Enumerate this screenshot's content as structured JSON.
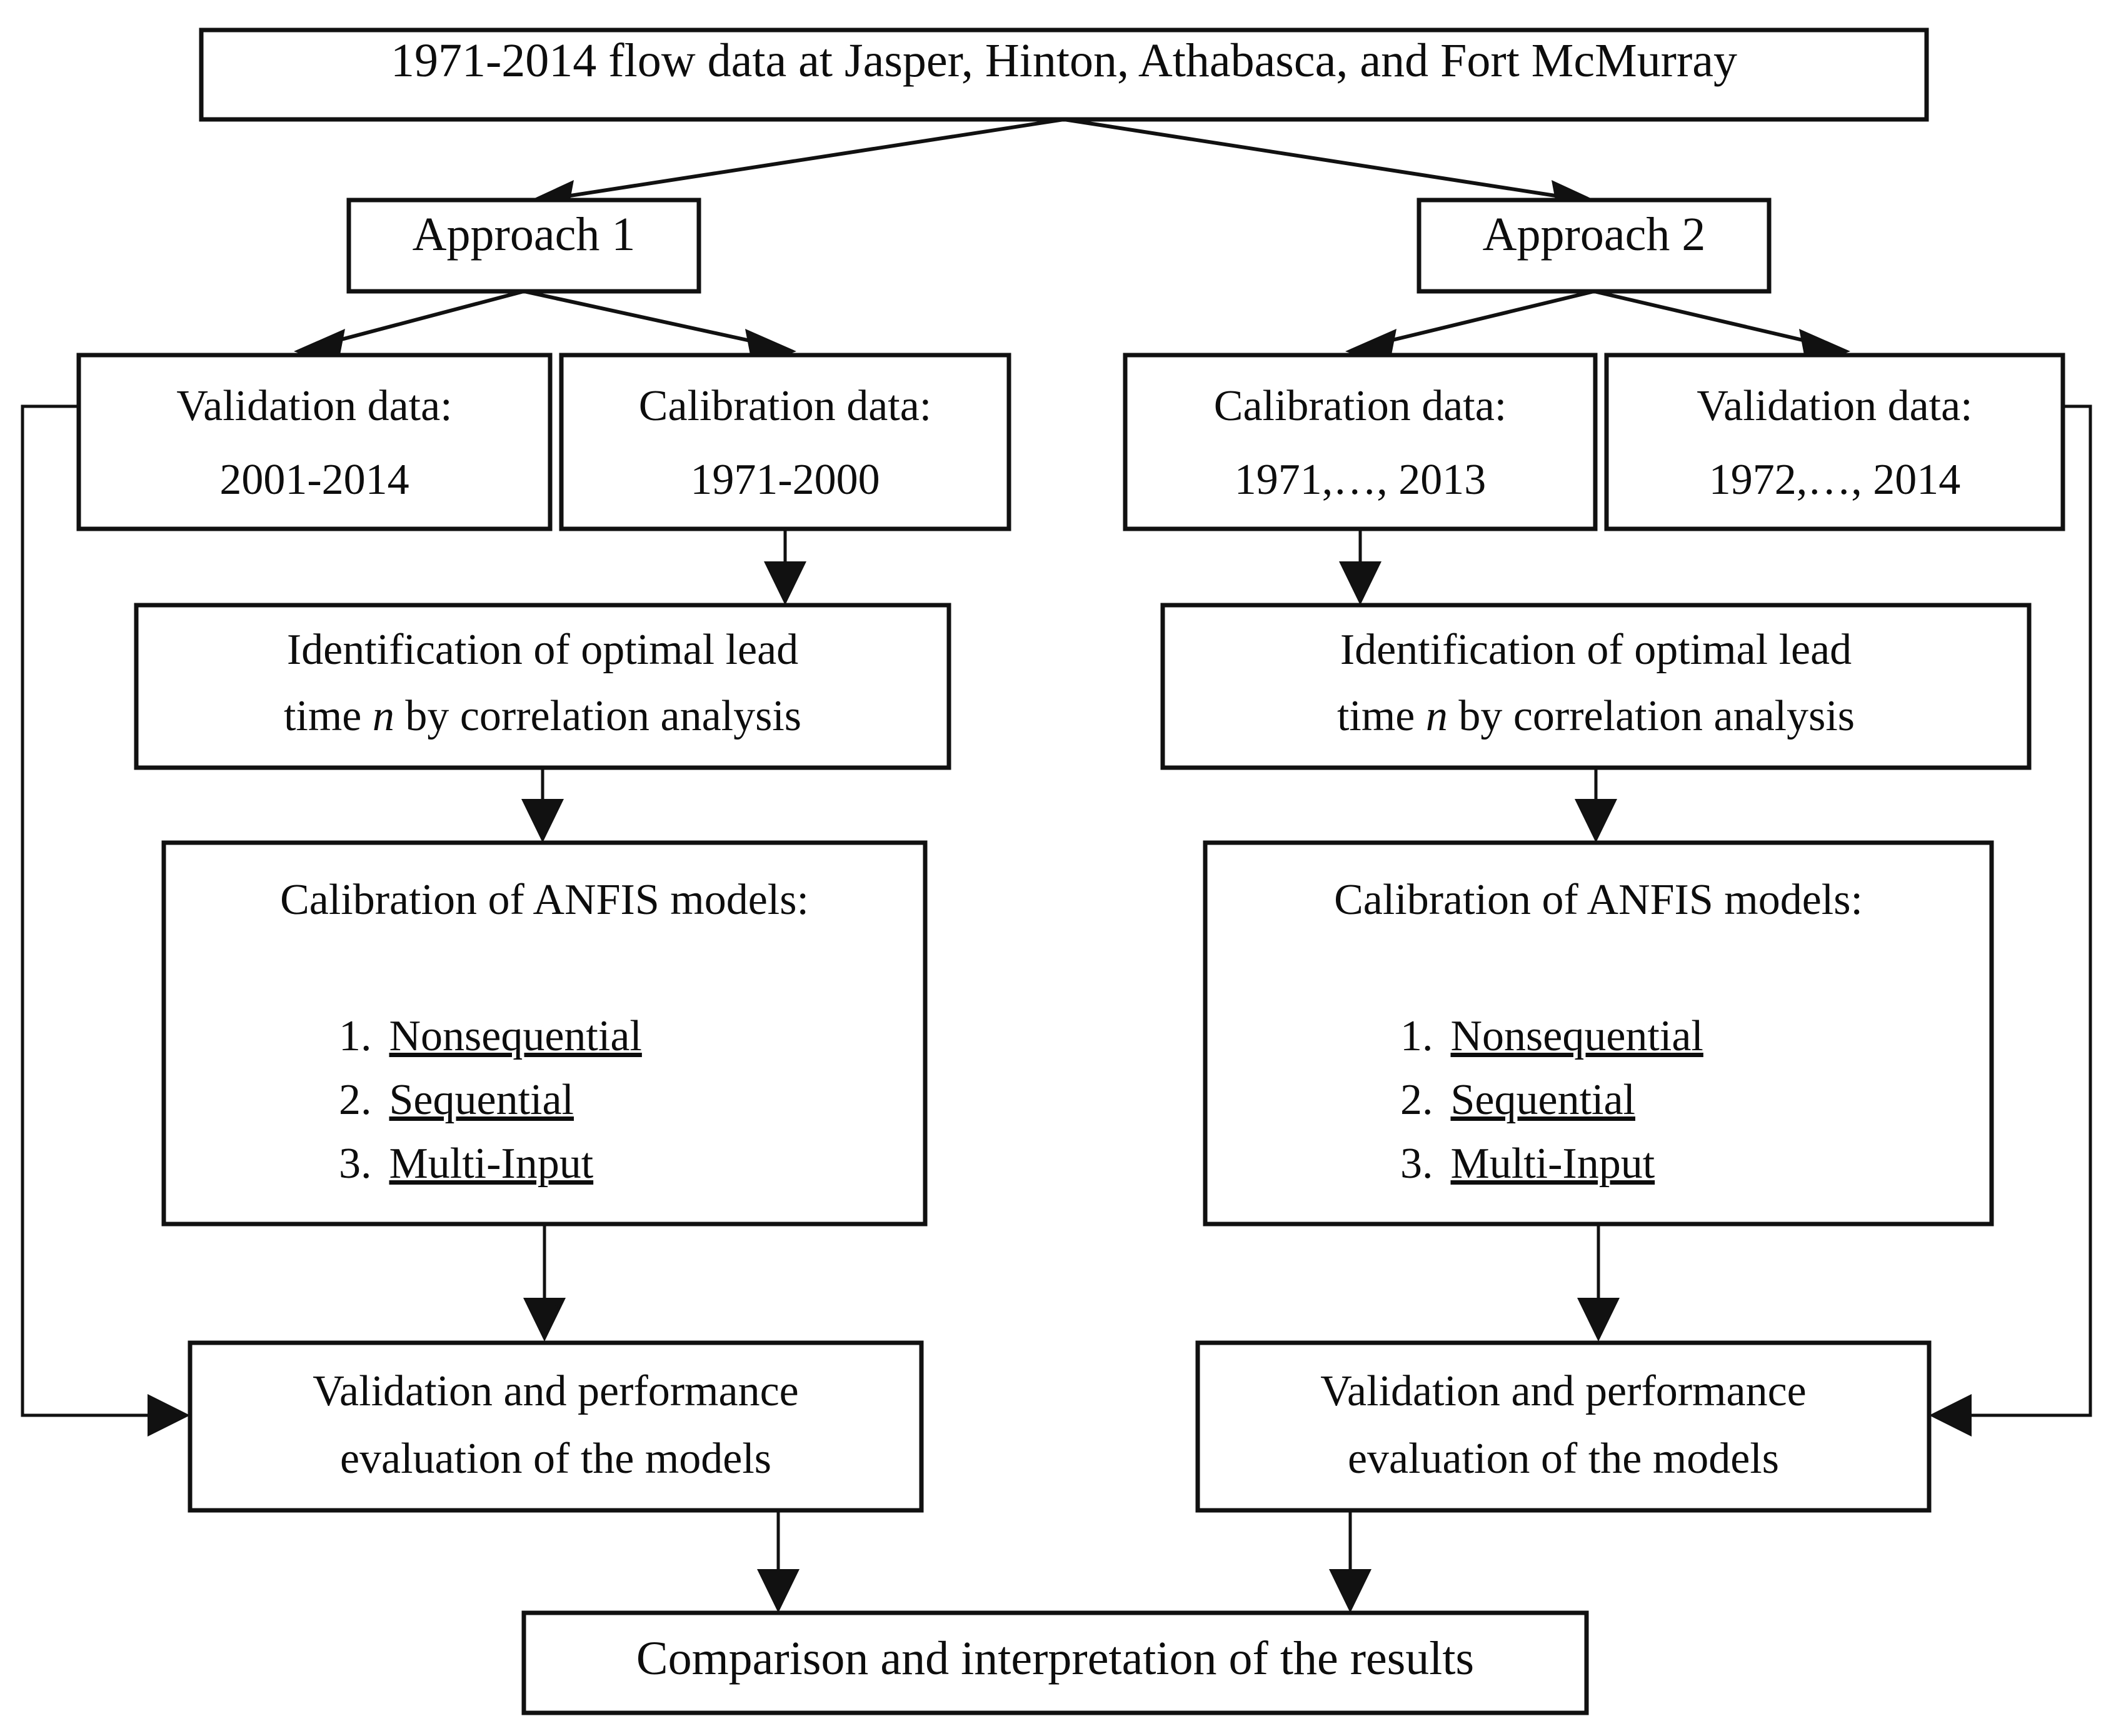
{
  "diagram": {
    "title_box": {
      "label": "1971-2014 flow data at Jasper, Hinton, Athabasca, and Fort McMurray"
    },
    "approaches": [
      {
        "label": "Approach 1"
      },
      {
        "label": "Approach 2"
      }
    ],
    "approach1": {
      "validation_data": {
        "line1": "Validation data:",
        "line2": "2001-2014"
      },
      "calibration_data": {
        "line1": "Calibration data:",
        "line2": "1971-2000"
      },
      "lead_time": {
        "line1": "Identification of optimal lead",
        "line2_pre": "time ",
        "line2_var": "n",
        "line2_post": " by correlation analysis"
      },
      "calibration": {
        "heading": "Calibration of ANFIS models:",
        "items": [
          {
            "number": "1.",
            "label": "Nonsequential"
          },
          {
            "number": "2.",
            "label": "Sequential"
          },
          {
            "number": "3.",
            "label": "Multi-Input"
          }
        ]
      },
      "validation_eval": {
        "line1": "Validation and performance",
        "line2": "evaluation of the models"
      }
    },
    "approach2": {
      "calibration_data": {
        "line1": "Calibration data:",
        "line2": "1971,…, 2013"
      },
      "validation_data": {
        "line1": "Validation data:",
        "line2": "1972,…, 2014"
      },
      "lead_time": {
        "line1": "Identification of optimal lead",
        "line2_pre": "time ",
        "line2_var": "n",
        "line2_post": " by correlation analysis"
      },
      "calibration": {
        "heading": "Calibration of ANFIS models:",
        "items": [
          {
            "number": "1.",
            "label": "Nonsequential"
          },
          {
            "number": "2.",
            "label": "Sequential"
          },
          {
            "number": "3.",
            "label": "Multi-Input"
          }
        ]
      },
      "validation_eval": {
        "line1": "Validation and performance",
        "line2": "evaluation of the models"
      }
    },
    "final_box": {
      "label": "Comparison and interpretation of the results"
    },
    "colors": {
      "line": "#111111",
      "text": "#0d0d0d",
      "background": "#ffffff"
    }
  }
}
